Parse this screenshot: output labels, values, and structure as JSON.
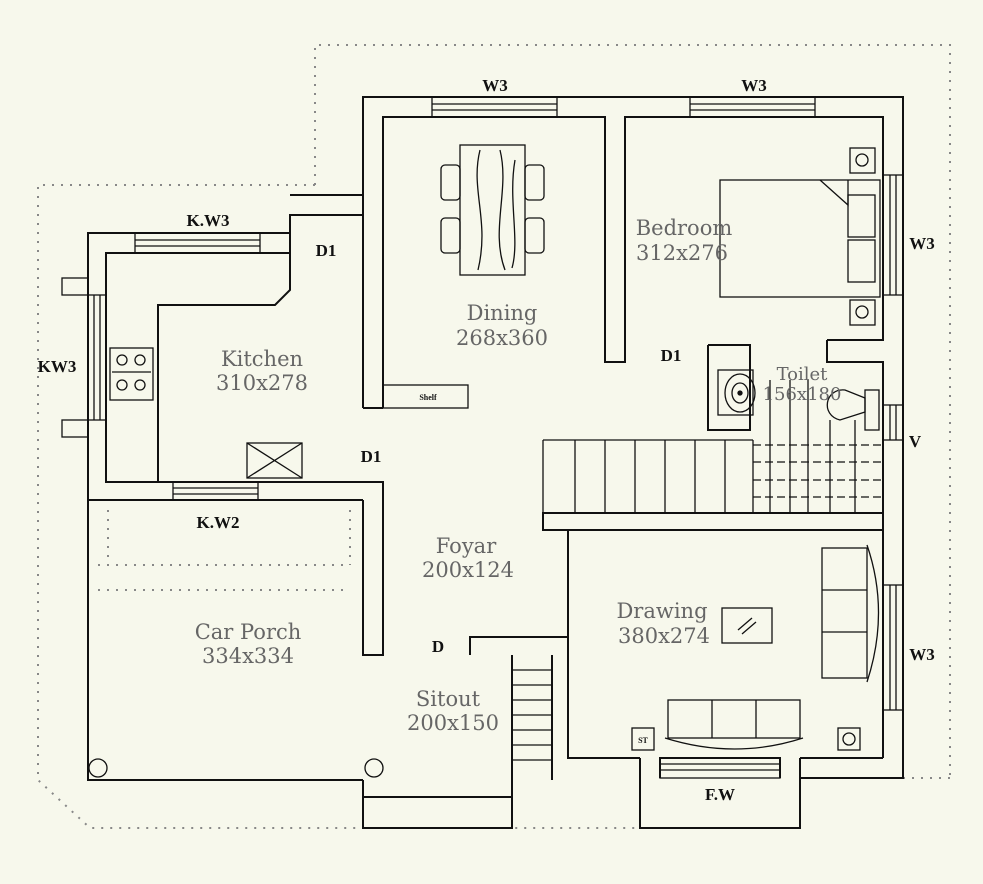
{
  "rooms": {
    "dining": {
      "name": "Dining",
      "size": "268x360"
    },
    "bedroom": {
      "name": "Bedroom",
      "size": "312x276"
    },
    "kitchen": {
      "name": "Kitchen",
      "size": "310x278"
    },
    "toilet": {
      "name": "Toilet",
      "size": "156x180"
    },
    "foyar": {
      "name": "Foyar",
      "size": "200x124"
    },
    "drawing": {
      "name": "Drawing",
      "size": "380x274"
    },
    "car_porch": {
      "name": "Car Porch",
      "size": "334x334"
    },
    "sitout": {
      "name": "Sitout",
      "size": "200x150"
    }
  },
  "labels": {
    "w3_dining": "W3",
    "w3_bedroom_top": "W3",
    "w3_bedroom_right": "W3",
    "w3_drawing": "W3",
    "kw3_top": "K.W3",
    "kw3_left": "KW3",
    "kw2": "K.W2",
    "d1_kitchen": "D1",
    "d1_foyar": "D1",
    "d1_bedroom": "D1",
    "d_main": "D",
    "v": "V",
    "fw": "F.W",
    "shelf": "Shelf",
    "st": "ST"
  }
}
